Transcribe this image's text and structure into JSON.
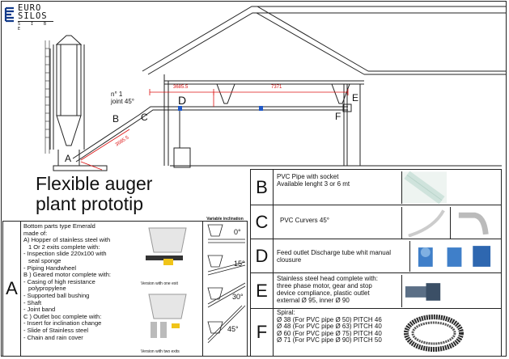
{
  "logo": {
    "line1": "EURO",
    "line2": "SILOS",
    "line3": "S I B E"
  },
  "title": {
    "line1": "Flexible auger",
    "line2": "plant prototip"
  },
  "drawing": {
    "labels": {
      "A": "A",
      "B": "B",
      "C": "C",
      "D": "D",
      "E": "E",
      "F": "F"
    },
    "joint_note": {
      "line1": "n° 1",
      "line2": "joint 45°"
    },
    "dims": {
      "d1": "3685.5",
      "d2": "7371",
      "d3": "3685.5"
    }
  },
  "parts_left": {
    "letter": "A",
    "lines": [
      "Bottom parts type Emerald",
      "made of:",
      "A) Hopper of stainless steel with",
      "   1 Or 2 exits complete with:",
      "- Inspection slide 220x100 with",
      "  seal sponge",
      "- Piping Handwheel",
      "B ) Geared motor complete with:",
      "- Casing of high resistance",
      "  polypropylene",
      "- Supported ball bushing",
      "- Shaft",
      "- Joint band",
      "C ) Outlet boc complete with:",
      "- Insert for inclination change",
      "- Slide of Stainless steel",
      "- Chain and rain cover"
    ],
    "caption_one": "Version with one exit",
    "caption_two": "Version with two exits",
    "inclination_title": "Variable inclination",
    "angles": [
      "0°",
      "15°",
      "30°",
      "45°"
    ]
  },
  "parts_right": [
    {
      "letter": "B",
      "lines": [
        "PVC Pipe with socket",
        "Available lenght 3 or 6 mt"
      ]
    },
    {
      "letter": "C",
      "lines": [
        "PVC Curvers 45°"
      ]
    },
    {
      "letter": "D",
      "lines": [
        "Feed outlet Discharge tube whit manual",
        "clousure"
      ]
    },
    {
      "letter": "E",
      "lines": [
        "Stainless steel head complete with:",
        "three phase motor, gear and stop",
        "device compliance, plastic outlet",
        " external Ø 95, inner Ø 90"
      ]
    },
    {
      "letter": "F",
      "lines": [
        "Spiral:",
        "Ø 38 (For PVC pipe Ø 50) PITCH 46",
        "Ø 48 (For PVC pipe Ø 63) PITCH 40",
        "Ø 60 (For PVC pipe Ø 75) PITCH 40",
        "Ø 71 (For PVC pipe Ø 90) PITCH 50"
      ]
    }
  ]
}
